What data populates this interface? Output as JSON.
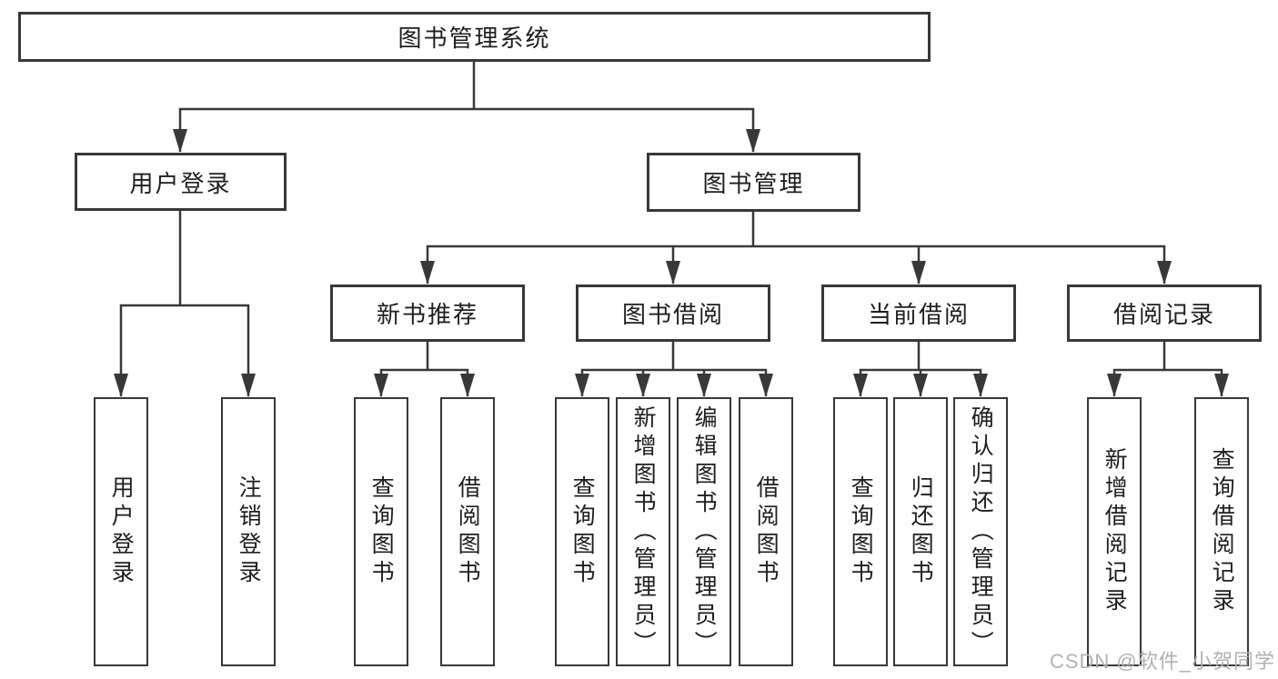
{
  "tree": {
    "root": {
      "label": "图书管理系统"
    },
    "level2": [
      {
        "label": "用户登录"
      },
      {
        "label": "图书管理"
      }
    ],
    "level3": [
      {
        "label": "新书推荐",
        "parent": "图书管理"
      },
      {
        "label": "图书借阅",
        "parent": "图书管理"
      },
      {
        "label": "当前借阅",
        "parent": "图书管理"
      },
      {
        "label": "借阅记录",
        "parent": "图书管理"
      }
    ],
    "leaves": [
      {
        "label": "用户登录",
        "parent": "用户登录"
      },
      {
        "label": "注销登录",
        "parent": "用户登录"
      },
      {
        "label": "查询图书",
        "parent": "新书推荐"
      },
      {
        "label": "借阅图书",
        "parent": "新书推荐"
      },
      {
        "label": "查询图书",
        "parent": "图书借阅"
      },
      {
        "label": "新增图书（管理员）",
        "parent": "图书借阅"
      },
      {
        "label": "编辑图书（管理员）",
        "parent": "图书借阅"
      },
      {
        "label": "借阅图书",
        "parent": "图书借阅"
      },
      {
        "label": "查询图书",
        "parent": "当前借阅"
      },
      {
        "label": "归还图书",
        "parent": "当前借阅"
      },
      {
        "label": "确认归还（管理员）",
        "parent": "当前借阅"
      },
      {
        "label": "新增借阅记录",
        "parent": "借阅记录"
      },
      {
        "label": "查询借阅记录",
        "parent": "借阅记录"
      }
    ]
  },
  "watermark": {
    "text": "CSDN @软件_小贺同学"
  },
  "colors": {
    "line": "#383838",
    "text": "#1e1e1e",
    "box_background": "#ffffff",
    "page_background": "#ffffff",
    "watermark": "#b1b1b1"
  }
}
